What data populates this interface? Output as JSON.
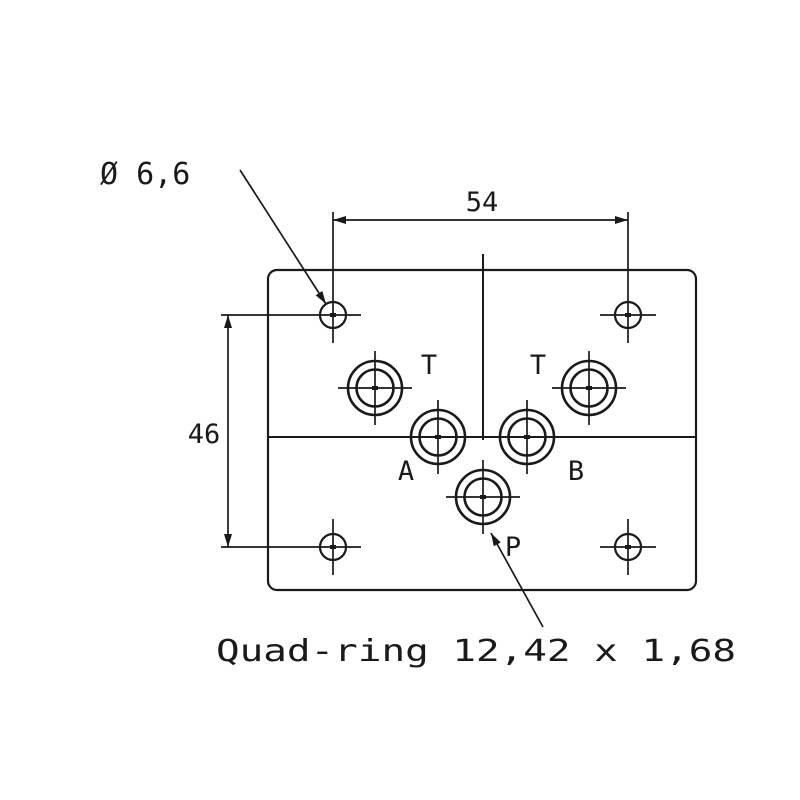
{
  "page": {
    "background_color": "#ffffff",
    "line_color": "#1a1a1a"
  },
  "annotations": {
    "hole_diameter_label": "Ø 6,6",
    "horizontal_dimension": "54",
    "vertical_dimension": "46",
    "quad_ring_note": "Quad-ring 12,42 x 1,68"
  },
  "ports": {
    "tank_left_label": "T",
    "tank_right_label": "T",
    "port_a_label": "A",
    "port_b_label": "B",
    "pressure_label": "P"
  }
}
